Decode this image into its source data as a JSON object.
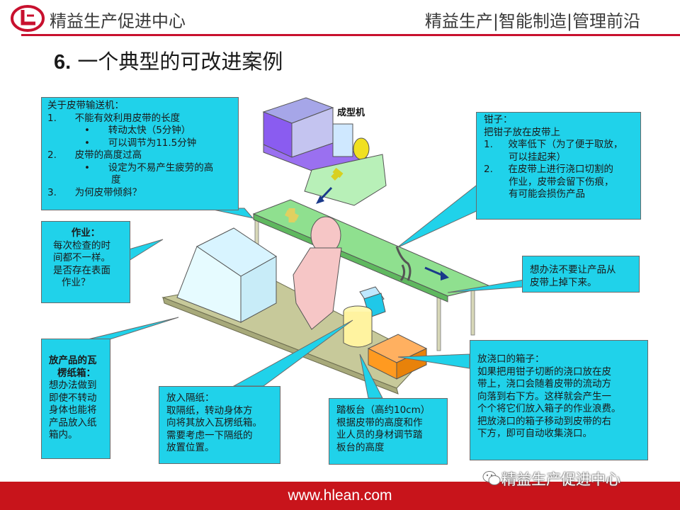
{
  "header": {
    "brand": "精益生产促进中心",
    "tagline": "精益生产|智能制造|管理前沿"
  },
  "slide": {
    "number": "6.",
    "title": " 一个典型的可改进案例"
  },
  "diagram": {
    "machine_label": "成型机"
  },
  "boxes": {
    "conveyor": {
      "heading": "关于皮带输送机：",
      "items": [
        "1.      不能有效利用皮带的长度",
        "•      转动太快（5分钟）",
        "•      可以调节为11.5分钟",
        "2.      皮带的高度过高",
        "•      设定为不易产生疲劳的高",
        "度",
        "3.      为何皮带倾斜？"
      ]
    },
    "pliers": {
      "heading": "钳子：",
      "sub": "把钳子放在皮带上",
      "items": [
        "1.     效率低下（为了便于取放，",
        "可以挂起来）",
        "2.     在皮带上进行浇口切割的",
        "作业，皮带会留下伤痕，",
        "有可能会损伤产品"
      ]
    },
    "work": {
      "heading": "作业：",
      "lines": [
        "每次检查的时",
        "间都不一样。",
        "是否存在表面",
        "作业？"
      ]
    },
    "drop": {
      "lines": [
        "想办法不要让产品从",
        "皮带上掉下来。"
      ]
    },
    "carton": {
      "heading1": "放产品的瓦",
      "heading2": "楞纸箱：",
      "lines": [
        "想办法做到",
        "即使不转动",
        "身体也能将",
        "产品放入纸",
        "箱内。"
      ]
    },
    "divider": {
      "lines": [
        "放入隔纸：",
        "取隔纸，转动身体方",
        "向将其放入瓦楞纸箱。",
        "需要考虑一下隔纸的",
        "放置位置。"
      ]
    },
    "step": {
      "lines": [
        "踏板台（高约10cm）",
        "根据皮带的高度和作",
        "业人员的身材调节踏",
        "板台的高度"
      ]
    },
    "gatebox": {
      "lines": [
        "放浇口的箱子：",
        "如果把用钳子切断的浇口放在皮",
        "带上，浇口会随着皮带的流动方",
        "向落到右下方。这样就会产生一",
        "个个将它们放入箱子的作业浪费。",
        "把放浇口的箱子移动到皮带的右",
        "下方，即可自动收集浇口。"
      ]
    }
  },
  "footer": {
    "url": "www.hlean.com",
    "watermark": "精益生产促进中心"
  },
  "colors": {
    "callout": "#20d2ea",
    "accent_red": "#c8102e",
    "conveyor_green": "#8fe08f",
    "machine_purple": "#8a5cf0"
  }
}
